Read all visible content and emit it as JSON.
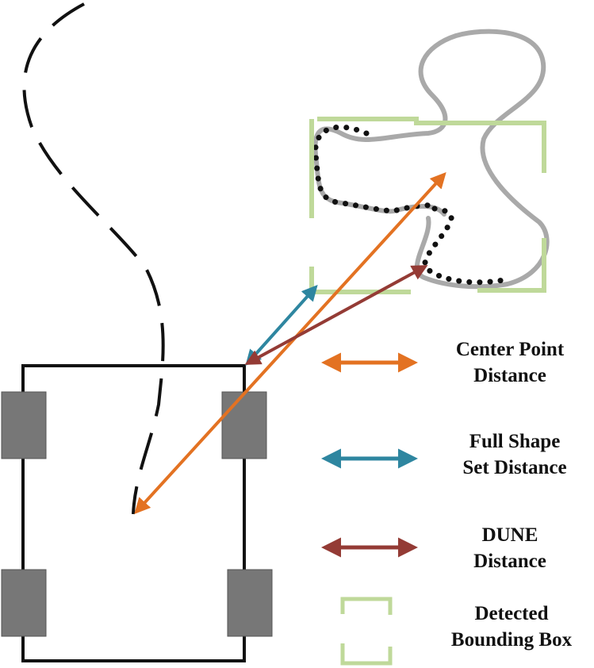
{
  "legend": {
    "center_point": {
      "line1": "Center Point",
      "line2": "Distance",
      "color": "#E37222"
    },
    "full_shape": {
      "line1": "Full Shape",
      "line2": "Set Distance",
      "color": "#2E86A0"
    },
    "dune": {
      "line1": "DUNE",
      "line2": "Distance",
      "color": "#943B35"
    },
    "bbox": {
      "line1": "Detected",
      "line2": "Bounding Box",
      "color": "#BFD99A"
    }
  },
  "colors": {
    "vehicle_outline": "#111111",
    "wheel": "#777777",
    "trajectory": "#111111",
    "object_shape": "#A9A9A9",
    "visible_points": "#111111"
  },
  "icons": {
    "vehicle": "car-top-view",
    "object": "irregular-obstacle-shape",
    "points": "dotted-point-cloud"
  }
}
